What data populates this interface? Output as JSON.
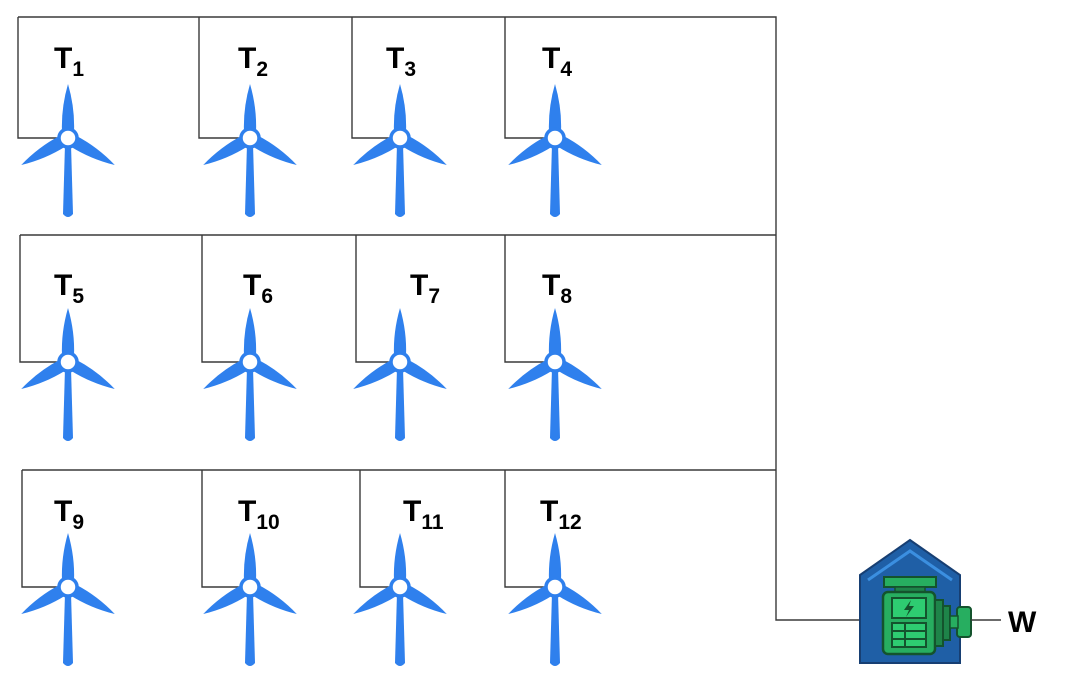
{
  "turbines": [
    {
      "id": "T1",
      "letter": "T",
      "index": "1"
    },
    {
      "id": "T2",
      "letter": "T",
      "index": "2"
    },
    {
      "id": "T3",
      "letter": "T",
      "index": "3"
    },
    {
      "id": "T4",
      "letter": "T",
      "index": "4"
    },
    {
      "id": "T5",
      "letter": "T",
      "index": "5"
    },
    {
      "id": "T6",
      "letter": "T",
      "index": "6"
    },
    {
      "id": "T7",
      "letter": "T",
      "index": "7"
    },
    {
      "id": "T8",
      "letter": "T",
      "index": "8"
    },
    {
      "id": "T9",
      "letter": "T",
      "index": "9"
    },
    {
      "id": "T10",
      "letter": "T",
      "index": "10"
    },
    {
      "id": "T11",
      "letter": "T",
      "index": "11"
    },
    {
      "id": "T12",
      "letter": "T",
      "index": "12"
    }
  ],
  "output": {
    "label": "W",
    "icon": "power-station-icon"
  },
  "colors": {
    "turbine": "#2f80ed",
    "station_roof": "#2c74c4",
    "station_body": "#1f5fa6",
    "generator": "#27ae60",
    "generator_dark": "#1e8449"
  }
}
